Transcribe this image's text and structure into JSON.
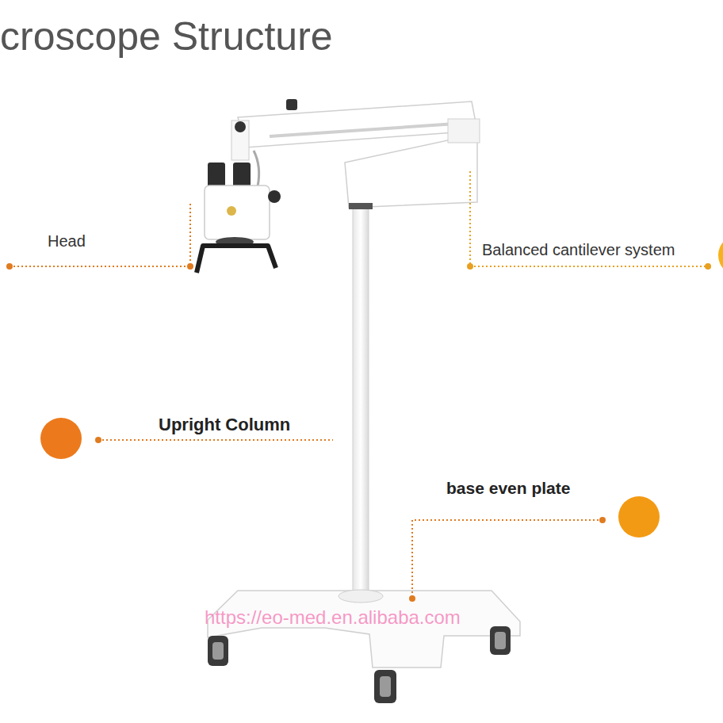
{
  "diagram": {
    "title": "croscope Structure",
    "labels": [
      "Head",
      "Balanced cantilever system",
      "Upright Column",
      "base even plate",
      "https://eo-med.en.alibaba.com"
    ]
  }
}
